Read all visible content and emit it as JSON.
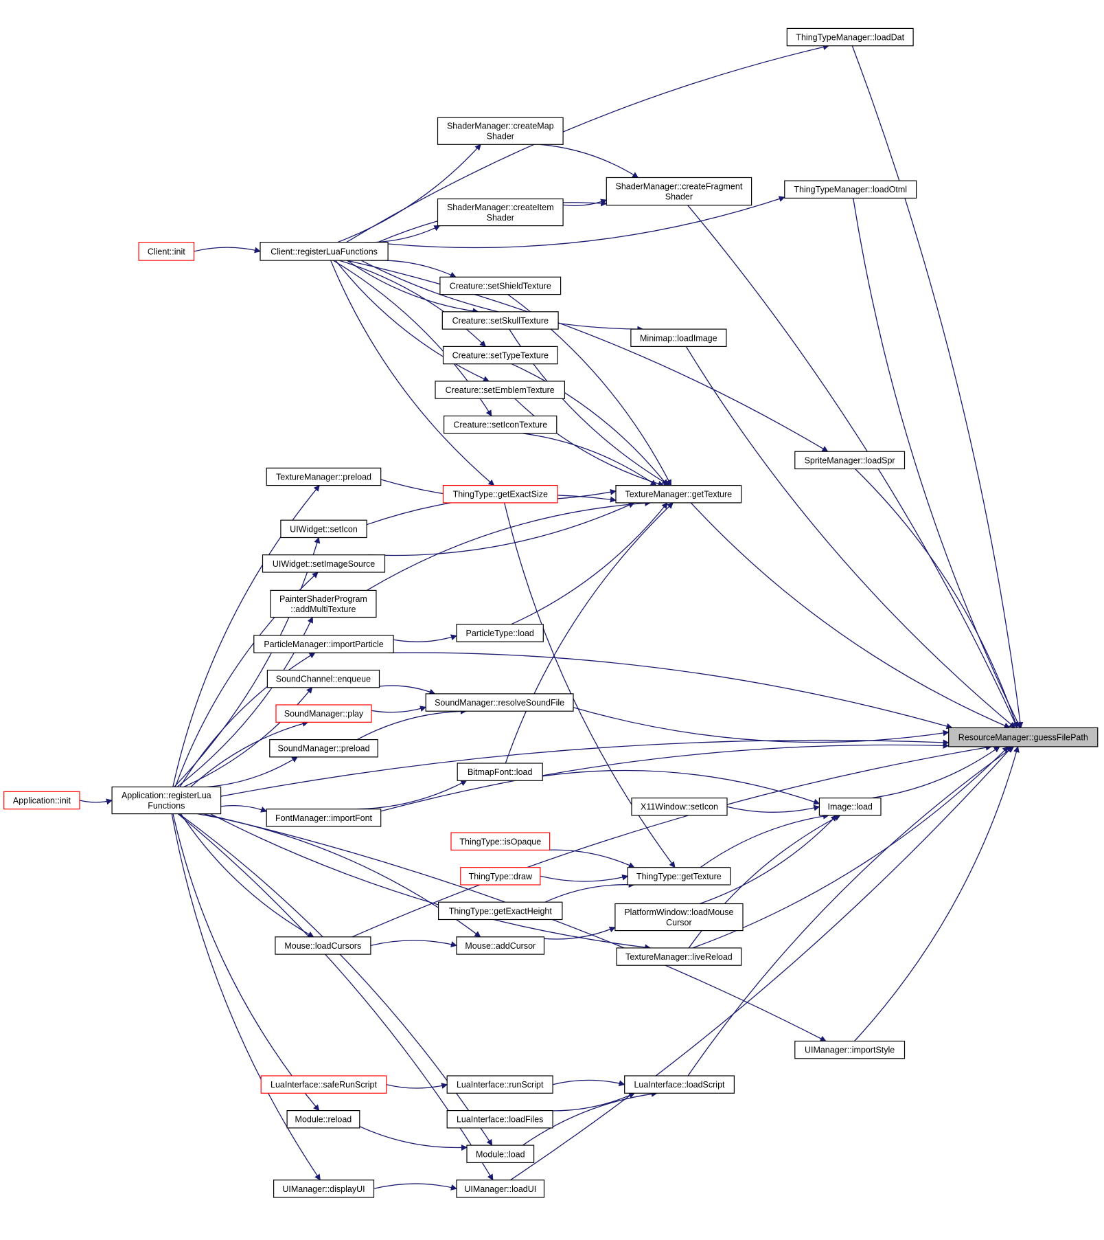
{
  "colors": {
    "edge": "#191970",
    "node_border": "#000000",
    "node_border_truncated": "#ff0000",
    "focus_fill": "#bfbfbf"
  },
  "nodes": {
    "n_guess": {
      "lines": [
        "ResourceManager::guessFilePath"
      ],
      "style": "focus"
    },
    "n_loadDat": {
      "lines": [
        "ThingTypeManager::loadDat"
      ],
      "style": "normal"
    },
    "n_createMap": {
      "lines": [
        "ShaderManager::createMap",
        "Shader"
      ],
      "style": "normal"
    },
    "n_createFrag": {
      "lines": [
        "ShaderManager::createFragment",
        "Shader"
      ],
      "style": "normal"
    },
    "n_loadOtml": {
      "lines": [
        "ThingTypeManager::loadOtml"
      ],
      "style": "normal"
    },
    "n_createItem": {
      "lines": [
        "ShaderManager::createItem",
        "Shader"
      ],
      "style": "normal"
    },
    "n_clientInit": {
      "lines": [
        "Client::init"
      ],
      "style": "red"
    },
    "n_regLua": {
      "lines": [
        "Client::registerLuaFunctions"
      ],
      "style": "normal"
    },
    "n_shield": {
      "lines": [
        "Creature::setShieldTexture"
      ],
      "style": "normal"
    },
    "n_skull": {
      "lines": [
        "Creature::setSkullTexture"
      ],
      "style": "normal"
    },
    "n_minimap": {
      "lines": [
        "Minimap::loadImage"
      ],
      "style": "normal"
    },
    "n_typeTex": {
      "lines": [
        "Creature::setTypeTexture"
      ],
      "style": "normal"
    },
    "n_emblem": {
      "lines": [
        "Creature::setEmblemTexture"
      ],
      "style": "normal"
    },
    "n_iconTex": {
      "lines": [
        "Creature::setIconTexture"
      ],
      "style": "normal"
    },
    "n_loadSpr": {
      "lines": [
        "SpriteManager::loadSpr"
      ],
      "style": "normal"
    },
    "n_tmPreload": {
      "lines": [
        "TextureManager::preload"
      ],
      "style": "normal"
    },
    "n_exactSize": {
      "lines": [
        "ThingType::getExactSize"
      ],
      "style": "red"
    },
    "n_getTexture": {
      "lines": [
        "TextureManager::getTexture"
      ],
      "style": "normal"
    },
    "n_setIcon": {
      "lines": [
        "UIWidget::setIcon"
      ],
      "style": "normal"
    },
    "n_setImgSrc": {
      "lines": [
        "UIWidget::setImageSource"
      ],
      "style": "normal"
    },
    "n_painter": {
      "lines": [
        "PainterShaderProgram",
        "::addMultiTexture"
      ],
      "style": "normal"
    },
    "n_particle": {
      "lines": [
        "ParticleManager::importParticle"
      ],
      "style": "normal"
    },
    "n_ptLoad": {
      "lines": [
        "ParticleType::load"
      ],
      "style": "normal"
    },
    "n_enqueue": {
      "lines": [
        "SoundChannel::enqueue"
      ],
      "style": "normal"
    },
    "n_resolve": {
      "lines": [
        "SoundManager::resolveSoundFile"
      ],
      "style": "normal"
    },
    "n_play": {
      "lines": [
        "SoundManager::play"
      ],
      "style": "red"
    },
    "n_smPreload": {
      "lines": [
        "SoundManager::preload"
      ],
      "style": "normal"
    },
    "n_bitmap": {
      "lines": [
        "BitmapFont::load"
      ],
      "style": "normal"
    },
    "n_appInit": {
      "lines": [
        "Application::init"
      ],
      "style": "red"
    },
    "n_appReg": {
      "lines": [
        "Application::registerLua",
        "Functions"
      ],
      "style": "normal"
    },
    "n_x11": {
      "lines": [
        "X11Window::setIcon"
      ],
      "style": "normal"
    },
    "n_imgLoad": {
      "lines": [
        "Image::load"
      ],
      "style": "normal"
    },
    "n_importFont": {
      "lines": [
        "FontManager::importFont"
      ],
      "style": "normal"
    },
    "n_opaque": {
      "lines": [
        "ThingType::isOpaque"
      ],
      "style": "red"
    },
    "n_draw": {
      "lines": [
        "ThingType::draw"
      ],
      "style": "red"
    },
    "n_ttGetTex": {
      "lines": [
        "ThingType::getTexture"
      ],
      "style": "normal"
    },
    "n_exactH": {
      "lines": [
        "ThingType::getExactHeight"
      ],
      "style": "normal"
    },
    "n_pwCursor": {
      "lines": [
        "PlatformWindow::loadMouse",
        "Cursor"
      ],
      "style": "normal"
    },
    "n_loadCursors": {
      "lines": [
        "Mouse::loadCursors"
      ],
      "style": "normal"
    },
    "n_addCursor": {
      "lines": [
        "Mouse::addCursor"
      ],
      "style": "normal"
    },
    "n_liveReload": {
      "lines": [
        "TextureManager::liveReload"
      ],
      "style": "normal"
    },
    "n_importStyle": {
      "lines": [
        "UIManager::importStyle"
      ],
      "style": "normal"
    },
    "n_safeRun": {
      "lines": [
        "LuaInterface::safeRunScript"
      ],
      "style": "red"
    },
    "n_runScript": {
      "lines": [
        "LuaInterface::runScript"
      ],
      "style": "normal"
    },
    "n_loadScript": {
      "lines": [
        "LuaInterface::loadScript"
      ],
      "style": "normal"
    },
    "n_modReload": {
      "lines": [
        "Module::reload"
      ],
      "style": "normal"
    },
    "n_loadFiles": {
      "lines": [
        "LuaInterface::loadFiles"
      ],
      "style": "normal"
    },
    "n_modLoad": {
      "lines": [
        "Module::load"
      ],
      "style": "normal"
    },
    "n_displayUI": {
      "lines": [
        "UIManager::displayUI"
      ],
      "style": "normal"
    },
    "n_loadUI": {
      "lines": [
        "UIManager::loadUI"
      ],
      "style": "normal"
    }
  },
  "edges": [
    [
      "n_loadDat",
      "n_guess"
    ],
    [
      "n_loadOtml",
      "n_guess"
    ],
    [
      "n_createFrag",
      "n_guess"
    ],
    [
      "n_minimap",
      "n_guess"
    ],
    [
      "n_loadSpr",
      "n_guess"
    ],
    [
      "n_getTexture",
      "n_guess"
    ],
    [
      "n_particle",
      "n_guess"
    ],
    [
      "n_resolve",
      "n_guess"
    ],
    [
      "n_appReg",
      "n_guess"
    ],
    [
      "n_imgLoad",
      "n_guess"
    ],
    [
      "n_importFont",
      "n_guess"
    ],
    [
      "n_liveReload",
      "n_guess"
    ],
    [
      "n_loadCursors",
      "n_guess"
    ],
    [
      "n_importStyle",
      "n_guess"
    ],
    [
      "n_loadScript",
      "n_guess"
    ],
    [
      "n_loadUI",
      "n_guess"
    ],
    [
      "n_regLua",
      "n_loadDat"
    ],
    [
      "n_regLua",
      "n_loadOtml"
    ],
    [
      "n_regLua",
      "n_loadSpr"
    ],
    [
      "n_regLua",
      "n_createMap"
    ],
    [
      "n_regLua",
      "n_createFrag"
    ],
    [
      "n_regLua",
      "n_createItem"
    ],
    [
      "n_createMap",
      "n_createFrag"
    ],
    [
      "n_createItem",
      "n_createFrag"
    ],
    [
      "n_clientInit",
      "n_regLua"
    ],
    [
      "n_regLua",
      "n_minimap"
    ],
    [
      "n_regLua",
      "n_shield"
    ],
    [
      "n_regLua",
      "n_skull"
    ],
    [
      "n_regLua",
      "n_typeTex"
    ],
    [
      "n_regLua",
      "n_emblem"
    ],
    [
      "n_regLua",
      "n_iconTex"
    ],
    [
      "n_regLua",
      "n_exactSize"
    ],
    [
      "n_shield",
      "n_getTexture"
    ],
    [
      "n_skull",
      "n_getTexture"
    ],
    [
      "n_typeTex",
      "n_getTexture"
    ],
    [
      "n_emblem",
      "n_getTexture"
    ],
    [
      "n_iconTex",
      "n_getTexture"
    ],
    [
      "n_tmPreload",
      "n_getTexture"
    ],
    [
      "n_setIcon",
      "n_getTexture"
    ],
    [
      "n_setImgSrc",
      "n_getTexture"
    ],
    [
      "n_painter",
      "n_getTexture"
    ],
    [
      "n_ptLoad",
      "n_getTexture"
    ],
    [
      "n_bitmap",
      "n_getTexture"
    ],
    [
      "n_particle",
      "n_ptLoad"
    ],
    [
      "n_enqueue",
      "n_resolve"
    ],
    [
      "n_play",
      "n_resolve"
    ],
    [
      "n_smPreload",
      "n_resolve"
    ],
    [
      "n_appInit",
      "n_appReg"
    ],
    [
      "n_appReg",
      "n_tmPreload"
    ],
    [
      "n_appReg",
      "n_setIcon"
    ],
    [
      "n_appReg",
      "n_setImgSrc"
    ],
    [
      "n_appReg",
      "n_painter"
    ],
    [
      "n_appReg",
      "n_particle"
    ],
    [
      "n_appReg",
      "n_enqueue"
    ],
    [
      "n_appReg",
      "n_play"
    ],
    [
      "n_appReg",
      "n_smPreload"
    ],
    [
      "n_appReg",
      "n_importFont"
    ],
    [
      "n_appReg",
      "n_loadCursors"
    ],
    [
      "n_appReg",
      "n_addCursor"
    ],
    [
      "n_appReg",
      "n_liveReload"
    ],
    [
      "n_appReg",
      "n_importStyle"
    ],
    [
      "n_appReg",
      "n_modReload"
    ],
    [
      "n_appReg",
      "n_modLoad"
    ],
    [
      "n_appReg",
      "n_displayUI"
    ],
    [
      "n_appReg",
      "n_loadUI"
    ],
    [
      "n_importFont",
      "n_bitmap"
    ],
    [
      "n_bitmap",
      "n_imgLoad"
    ],
    [
      "n_x11",
      "n_imgLoad"
    ],
    [
      "n_ttGetTex",
      "n_imgLoad"
    ],
    [
      "n_pwCursor",
      "n_imgLoad"
    ],
    [
      "n_liveReload",
      "n_imgLoad"
    ],
    [
      "n_exactSize",
      "n_ttGetTex"
    ],
    [
      "n_opaque",
      "n_ttGetTex"
    ],
    [
      "n_draw",
      "n_ttGetTex"
    ],
    [
      "n_exactH",
      "n_ttGetTex"
    ],
    [
      "n_addCursor",
      "n_pwCursor"
    ],
    [
      "n_loadCursors",
      "n_addCursor"
    ],
    [
      "n_safeRun",
      "n_runScript"
    ],
    [
      "n_runScript",
      "n_loadScript"
    ],
    [
      "n_loadFiles",
      "n_loadScript"
    ],
    [
      "n_modLoad",
      "n_loadScript"
    ],
    [
      "n_modReload",
      "n_modLoad"
    ],
    [
      "n_displayUI",
      "n_loadUI"
    ]
  ]
}
